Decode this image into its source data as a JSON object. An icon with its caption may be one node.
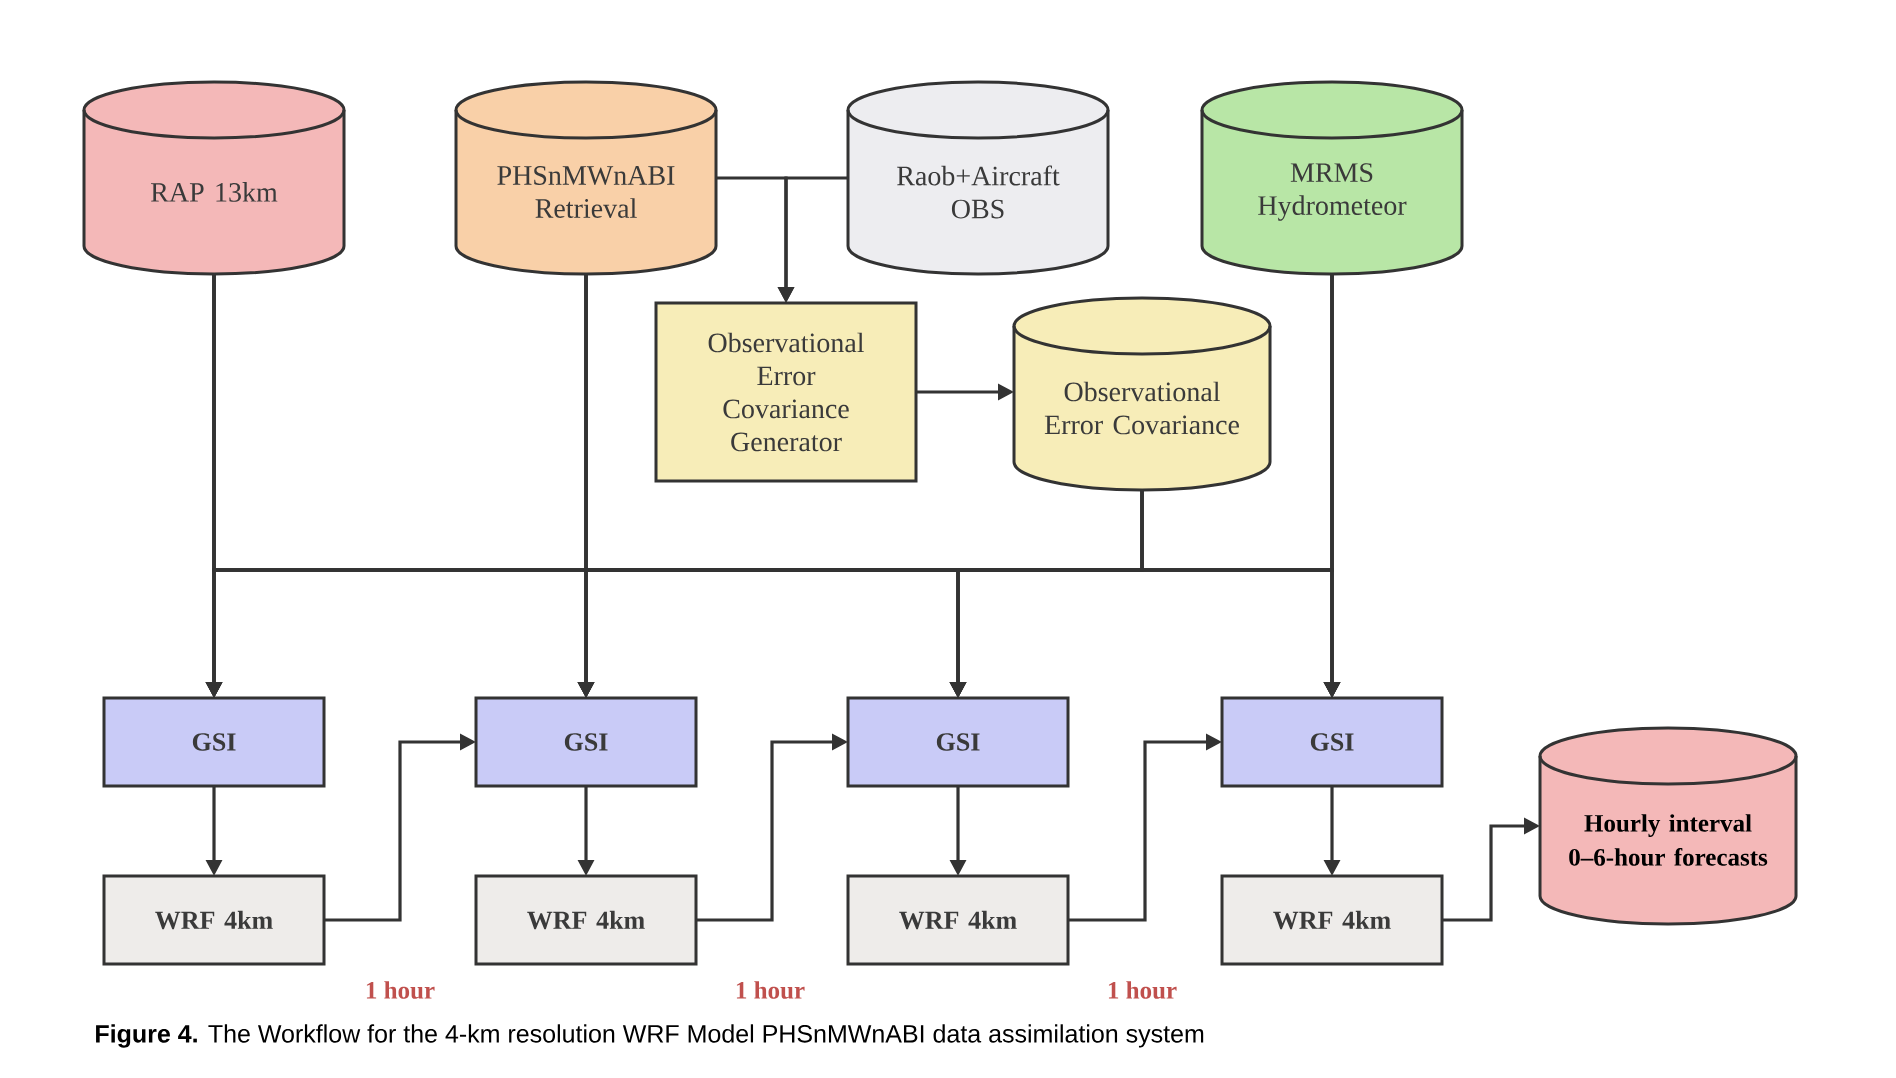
{
  "diagram": {
    "caption": "**Figure 4.** The Workflow for the 4-km resolution WRF Model PHSnMWnABI data assimilation system",
    "nodes": [
      {
        "text": [
          "RAP 13km"
        ]
      },
      {
        "text": [
          "PHSnMWnABI Retrieval"
        ]
      },
      {
        "text": [
          "Raob+Aircraft OBS"
        ]
      },
      {
        "text": [
          "MRMS Hydrometeor"
        ]
      },
      {
        "text": [
          "Observational Error Covariance Generator"
        ]
      },
      {
        "text": [
          "Observational Error Covariance"
        ]
      },
      {
        "text": [
          "GSI"
        ]
      },
      {
        "text": [
          "GSI"
        ]
      },
      {
        "text": [
          "GSI"
        ]
      },
      {
        "text": [
          "GSI"
        ]
      },
      {
        "text": [
          "WRF 4km"
        ]
      },
      {
        "text": [
          "WRF 4km"
        ]
      },
      {
        "text": [
          "WRF 4km"
        ]
      },
      {
        "text": [
          "WRF 4km"
        ]
      },
      {
        "text": [
          "Hourly interval 0–6-hour forecasts"
        ]
      }
    ],
    "edges": [
      {
        "from": 0,
        "to": 6,
        "arrow": "to"
      },
      {
        "from": 0,
        "to": 7,
        "arrow": "to"
      },
      {
        "from": 0,
        "to": 8,
        "arrow": "to"
      },
      {
        "from": 0,
        "to": 9,
        "arrow": "to"
      },
      {
        "from": 1,
        "to": 6,
        "arrow": "to"
      },
      {
        "from": 1,
        "to": 7,
        "arrow": "to"
      },
      {
        "from": 1,
        "to": 8,
        "arrow": "to"
      },
      {
        "from": 1,
        "to": 9,
        "arrow": "to"
      },
      {
        "from": 5,
        "to": 6,
        "arrow": "to"
      },
      {
        "from": 5,
        "to": 7,
        "arrow": "to"
      },
      {
        "from": 5,
        "to": 8,
        "arrow": "to"
      },
      {
        "from": 5,
        "to": 9,
        "arrow": "to"
      },
      {
        "from": 3,
        "to": 6,
        "arrow": "to"
      },
      {
        "from": 3,
        "to": 7,
        "arrow": "to"
      },
      {
        "from": 3,
        "to": 8,
        "arrow": "to"
      },
      {
        "from": 3,
        "to": 9,
        "arrow": "to"
      },
      {
        "from": 1,
        "to": 4,
        "arrow": "to"
      },
      {
        "from": 2,
        "to": 4,
        "arrow": "to"
      },
      {
        "from": 4,
        "to": 5,
        "arrow": "to"
      },
      {
        "from": 6,
        "to": 10,
        "arrow": "to"
      },
      {
        "from": 7,
        "to": 11,
        "arrow": "to"
      },
      {
        "from": 8,
        "to": 12,
        "arrow": "to"
      },
      {
        "from": 9,
        "to": 13,
        "arrow": "to"
      },
      {
        "from": 10,
        "to": 7,
        "arrow": "to"
      },
      {
        "from": 11,
        "to": 8,
        "arrow": "to"
      },
      {
        "from": 12,
        "to": 9,
        "arrow": "to"
      },
      {
        "from": 13,
        "to": 14,
        "arrow": "to"
      }
    ],
    "labels": [
      "1 hour",
      "1 hour",
      "1 hour"
    ]
  }
}
